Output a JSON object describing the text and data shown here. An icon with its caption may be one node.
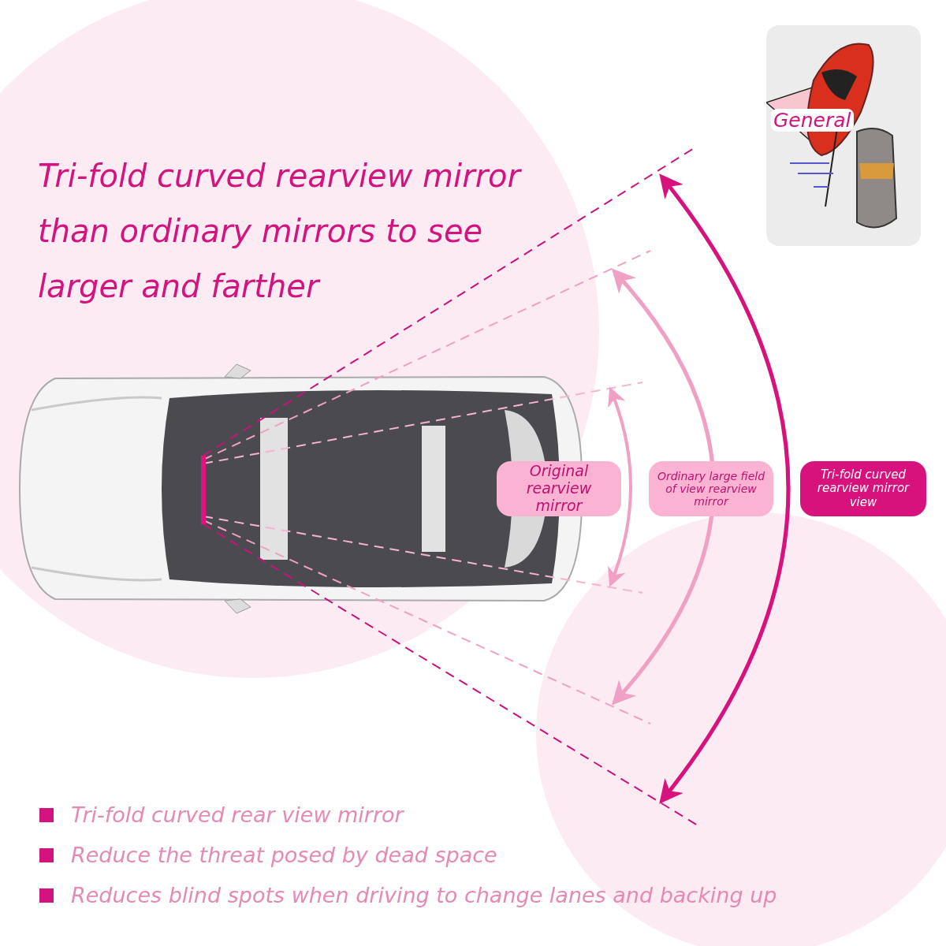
{
  "diagram": {
    "title": "Tri-fold curved rearview mirror than ordinary mirrors to see larger and farther",
    "nodes": [
      {
        "text": [
          "Original rearview mirror"
        ]
      },
      {
        "text": [
          "Ordinary large field of view rearview mirror"
        ]
      },
      {
        "text": [
          "Tri-fold curved rearview mirror view"
        ]
      }
    ],
    "labels": [
      "General",
      "Tri-fold curved rear view mirror",
      "Reduce the threat posed by dead space",
      "Reduces blind spots when driving to change lanes and backing up"
    ]
  }
}
